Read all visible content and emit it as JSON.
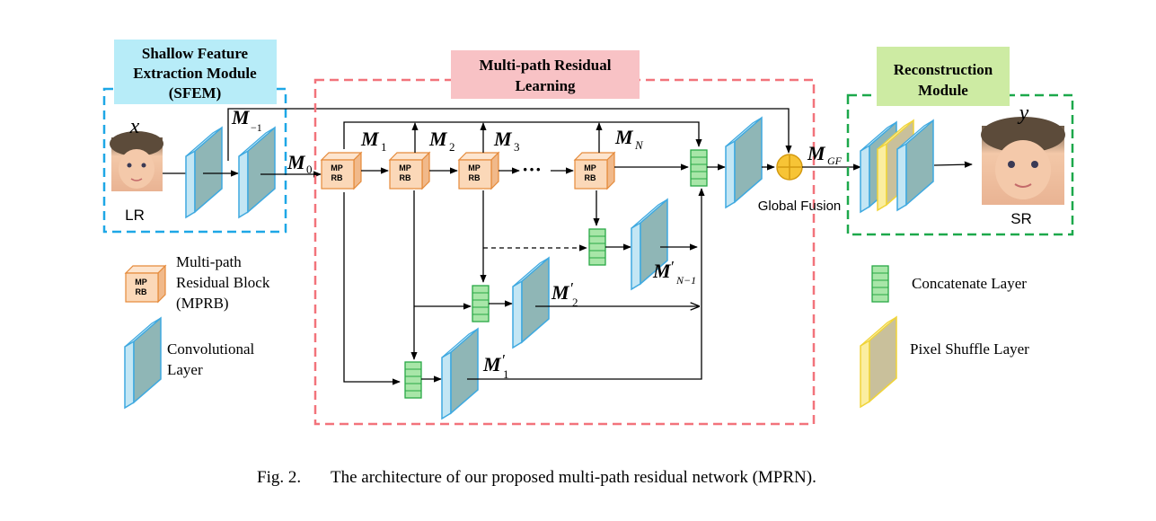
{
  "modules": {
    "sfem": {
      "title_line1": "Shallow Feature",
      "title_line2": "Extraction Module",
      "title_line3": "(SFEM)"
    },
    "mprl": {
      "title_line1": "Multi-path Residual",
      "title_line2": "Learning"
    },
    "recon": {
      "title_line1": "Reconstruction",
      "title_line2": "Module"
    }
  },
  "labels": {
    "x": "x",
    "y": "y",
    "lr": "LR",
    "sr": "SR",
    "m_main": "M",
    "sub_neg1": "−1",
    "sub_0": "0",
    "sub_1": "1",
    "sub_2": "2",
    "sub_3": "3",
    "sub_n": "N",
    "sub_gf": "GF",
    "sub_n_minus_1": "N−1",
    "prime": "′",
    "ellipsis": "···",
    "global_fusion": "Global Fusion",
    "mprb_line1": "MP",
    "mprb_line2": "RB",
    "plus": "+"
  },
  "legend": {
    "mprb_line1": "Multi-path",
    "mprb_line2": "Residual Block",
    "mprb_line3": "(MPRB)",
    "conv_line1": "Convolutional",
    "conv_line2": "Layer",
    "concat": "Concatenate Layer",
    "pixel_shuffle": "Pixel Shuffle Layer"
  },
  "caption": {
    "prefix": "Fig. 2.",
    "text": "The architecture of our proposed multi-path residual network (MPRN)."
  },
  "colors": {
    "sfem_border": "#1ea7e6",
    "sfem_title_bg": "#b7ecf8",
    "mprl_border": "#f2737b",
    "mprl_title_bg": "#f8c2c5",
    "recon_border": "#1ca84b",
    "recon_title_bg": "#cdeba3",
    "conv_fill": "#8fb6b6",
    "conv_edge": "#3fa9e0",
    "conv_front": "#c3e6f4",
    "block_fill": "#fbd8b8",
    "block_edge": "#e58a3a",
    "concat_fill": "#a8e6a8",
    "concat_edge": "#28a845",
    "shuffle_fill": "#c9c09b",
    "shuffle_edge": "#f0d438",
    "fusion_fill": "#f7c436",
    "fusion_edge": "#d49a10"
  }
}
